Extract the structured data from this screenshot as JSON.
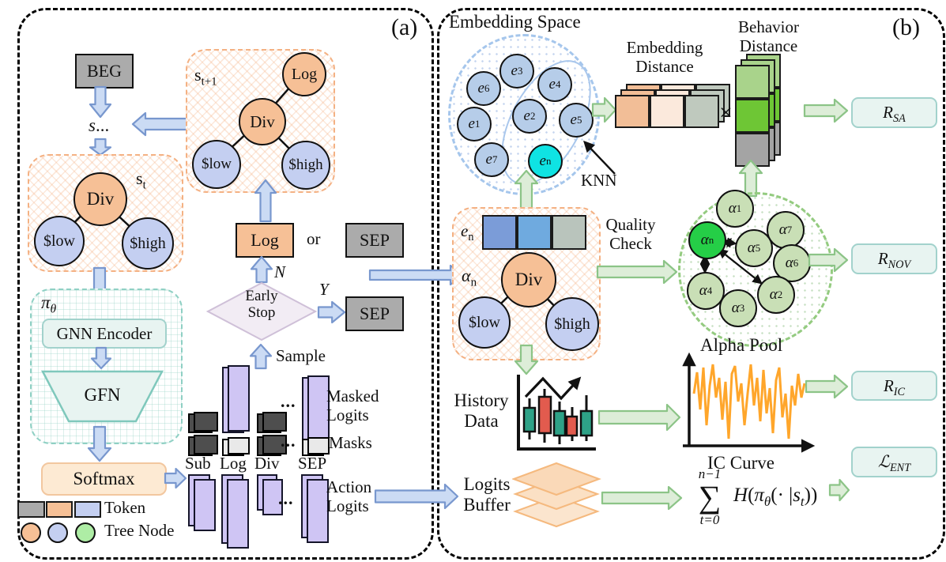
{
  "panels": {
    "a_label": "(a)",
    "b_label": "(b)"
  },
  "panel_a": {
    "beg": "BEG",
    "s_ellipsis": {
      "base": "s",
      "rest": "..."
    },
    "st": {
      "label": {
        "base": "s",
        "sub": "t"
      },
      "root": "Div",
      "left": "$low",
      "right": "$high"
    },
    "st1": {
      "label": {
        "base": "s",
        "sub": "t+1"
      },
      "top": "Log",
      "root": "Div",
      "left": "$low",
      "right": "$high"
    },
    "policy": {
      "label": {
        "base": "π",
        "sub": "θ"
      },
      "gnn": "GNN Encoder",
      "gfn": "GFN"
    },
    "softmax": "Softmax",
    "flow": {
      "log": "Log",
      "or": "or",
      "sep_top": "SEP",
      "sep_right": "SEP",
      "n": "N",
      "y": "Y",
      "sample": "Sample",
      "early_stop": [
        "Early",
        "Stop"
      ]
    },
    "logits": {
      "columns": [
        "Sub",
        "Log",
        "Div",
        "SEP"
      ],
      "masked_label": [
        "Masked",
        "Logits"
      ],
      "masks_label": "Masks",
      "action_label": [
        "Action",
        "Logits"
      ],
      "dots": "..."
    },
    "legend": {
      "token": "Token",
      "tree_node": "Tree Node"
    }
  },
  "panel_b": {
    "embedding_space": {
      "title": "Embedding Space",
      "knn": "KNN",
      "nodes": [
        {
          "base": "e",
          "sub": "6"
        },
        {
          "base": "e",
          "sub": "3"
        },
        {
          "base": "e",
          "sub": "4"
        },
        {
          "base": "e",
          "sub": "1"
        },
        {
          "base": "e",
          "sub": "2"
        },
        {
          "base": "e",
          "sub": "5"
        },
        {
          "base": "e",
          "sub": "7"
        }
      ],
      "highlight": {
        "base": "e",
        "sub": "n"
      }
    },
    "embedding_distance": [
      "Embedding",
      "Distance"
    ],
    "behavior_distance": [
      "Behavior",
      "Distance"
    ],
    "times": "×",
    "alpha_box": {
      "en": {
        "base": "e",
        "sub": "n"
      },
      "an": {
        "base": "α",
        "sub": "n"
      },
      "root": "Div",
      "left": "$low",
      "right": "$high"
    },
    "quality_check": [
      "Quality",
      "Check"
    ],
    "alpha_pool": {
      "title": "Alpha Pool",
      "nodes": [
        {
          "base": "α",
          "sub": "1"
        },
        {
          "base": "α",
          "sub": "7"
        },
        {
          "base": "α",
          "sub": "5"
        },
        {
          "base": "α",
          "sub": "6"
        },
        {
          "base": "α",
          "sub": "4"
        },
        {
          "base": "α",
          "sub": "3"
        },
        {
          "base": "α",
          "sub": "2"
        }
      ],
      "highlight": {
        "base": "α",
        "sub": "n"
      }
    },
    "history_data": [
      "History",
      "Data"
    ],
    "ic_curve": "IC Curve",
    "logits_buffer": [
      "Logits",
      "Buffer"
    ],
    "formula": {
      "upper": "n−1",
      "sigma": "∑",
      "lower": "t=0",
      "H": "H",
      "lp": "(",
      "pi": "π",
      "theta": "θ",
      "mid": "(· |",
      "s": "s",
      "t": "t",
      "rp": "))"
    },
    "rewards": [
      {
        "base": "R",
        "sub": "SA"
      },
      {
        "base": "R",
        "sub": "NOV"
      },
      {
        "base": "R",
        "sub": "IC"
      },
      {
        "base": "ℒ",
        "sub": "ENT"
      }
    ]
  },
  "colors": {
    "node_orange": "#F6C096",
    "node_blue": "#C4CFF1",
    "node_green": "#AEEDA5",
    "alpha_green": "#C9DFB6",
    "alpha_highlight": "#25CE47",
    "cyan_node": "#0FE3E3",
    "emb_node": "#B6CDE9",
    "token_gray": "#ABABAB",
    "purple_bar": "#CFC5F4",
    "mask_dark": "#4E4E4E",
    "mask_light": "#E9E9E9",
    "arrow_blue_fill": "#CBDBF4",
    "arrow_blue_stroke": "#7897CE",
    "arrow_green_fill": "#DDEDD8",
    "arrow_green_stroke": "#8CC487",
    "teal_fill": "#E8F4F1",
    "teal_stroke": "#A2D2CC",
    "orange_dash": "#F4B183",
    "tree_teal_dash": "#8FD0C4",
    "softmax_fill": "#FDEAD3",
    "softmax_stroke": "#F2C79F",
    "diamond_fill": "#F2ECF4",
    "diamond_stroke": "#CFC0D8",
    "buffer_fill": "#FAD9B8",
    "buffer_stroke": "#F5B97E",
    "emb_seg1": "#F2BE97",
    "emb_seg2": "#FBE9DC",
    "emb_seg3": "#BFC9BE",
    "beh_seg1": "#A9D38B",
    "beh_seg2": "#6EC635",
    "beh_seg3": "#A4A4A4",
    "en_seg1": "#7B9CD8",
    "en_seg2": "#6FAADF",
    "en_seg3": "#B9C4BC",
    "emb_dash": "#A5C6EC",
    "pool_dash": "#94CB80",
    "ic_orange": "#FFA62B",
    "candle_green": "#2EA287",
    "candle_red": "#E25B4E"
  }
}
